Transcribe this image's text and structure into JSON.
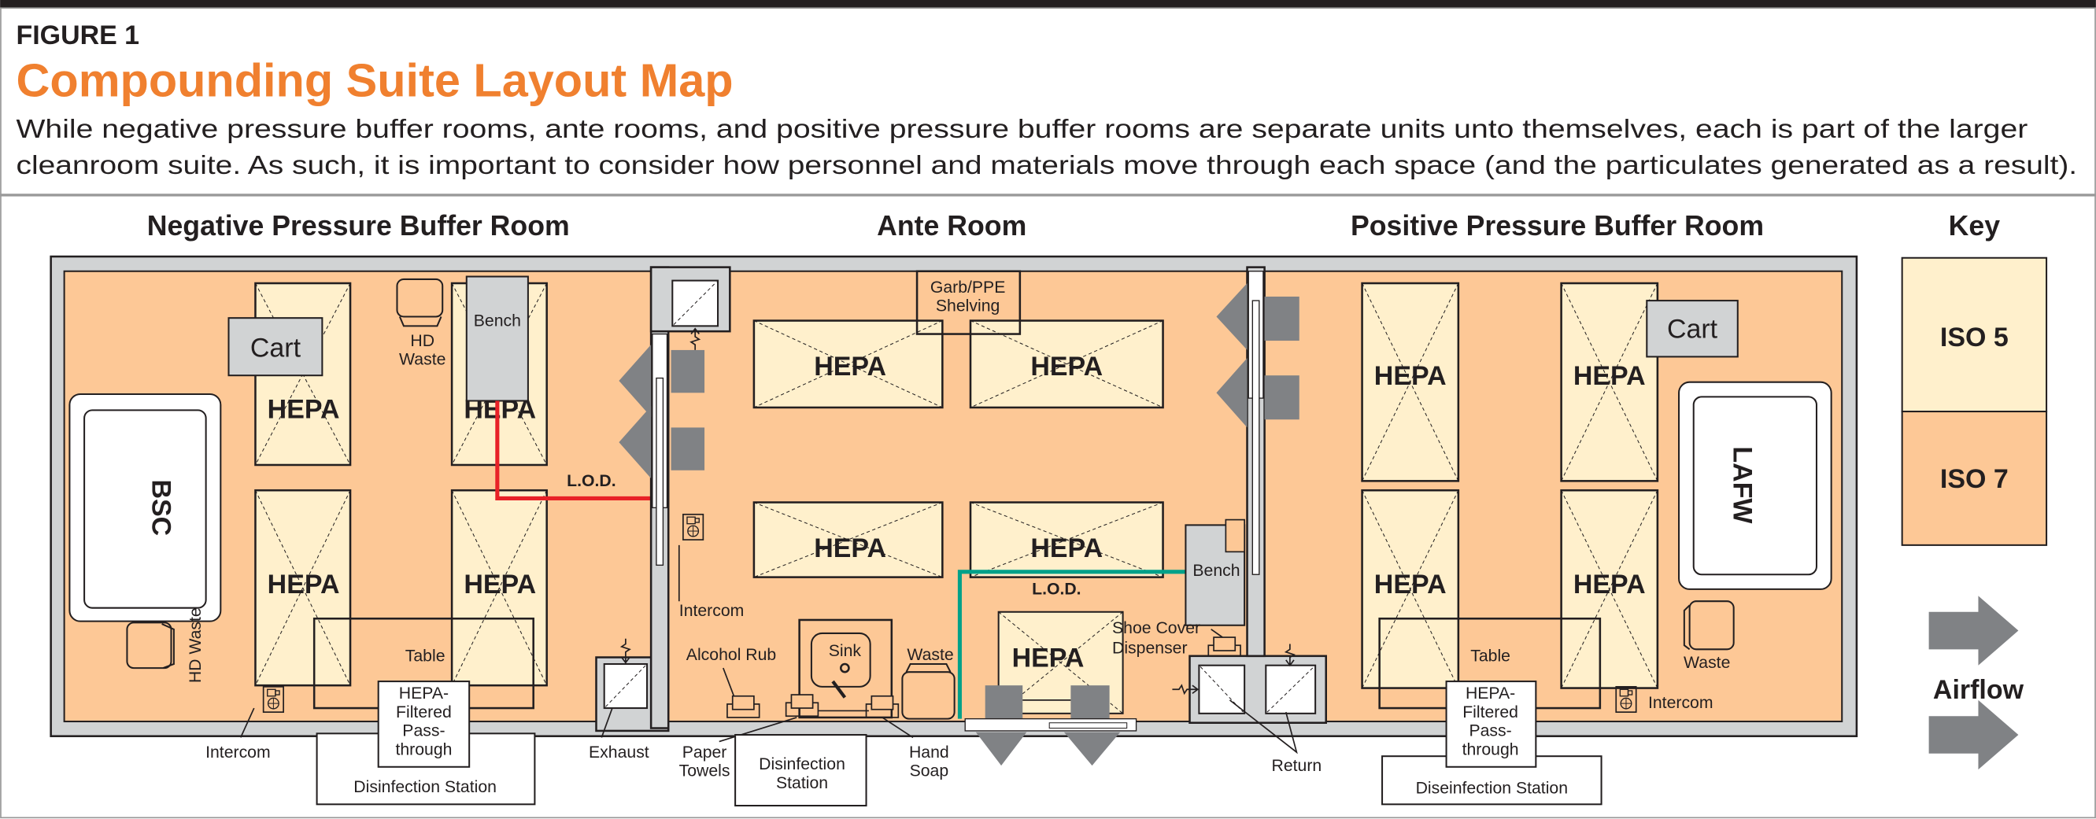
{
  "figure": {
    "label": "FIGURE 1",
    "title": "Compounding Suite Layout Map",
    "description": [
      "While negative pressure buffer rooms, ante rooms, and positive pressure buffer rooms are separate units unto themselves, each is part of the larger",
      "cleanroom suite. As such, it is important to consider how personnel and materials move through each space (and the particulates generated as a result)."
    ]
  },
  "colors": {
    "accent": "#f0802f",
    "iso5": "#fff0cc",
    "iso7": "#fdc896",
    "wall": "#d1d3d4",
    "lod_negative": "#e82127",
    "lod_ante": "#00a189",
    "airflow": "#808285"
  },
  "rooms": {
    "negative": {
      "title": "Negative Pressure Buffer Room",
      "hepa": "HEPA",
      "cart": "Cart",
      "bench": "Bench",
      "hd_waste_top": [
        "HD",
        "Waste"
      ],
      "bsc": "BSC",
      "hd_waste_side": "HD Waste",
      "lod": "L.O.D.",
      "table": "Table",
      "pass_through": [
        "HEPA-",
        "Filtered",
        "Pass-",
        "through"
      ],
      "disinfection": "Disinfection Station",
      "intercom": "Intercom",
      "exhaust": "Exhaust"
    },
    "ante": {
      "title": "Ante Room",
      "hepa": "HEPA",
      "garb": [
        "Garb/PPE",
        "Shelving"
      ],
      "intercom": "Intercom",
      "alcohol_rub": "Alcohol Rub",
      "sink": "Sink",
      "waste": "Waste",
      "paper_towels": [
        "Paper",
        "Towels"
      ],
      "disinfection": [
        "Disinfection",
        "Station"
      ],
      "hand_soap": [
        "Hand",
        "Soap"
      ],
      "lod": "L.O.D.",
      "bench": "Bench",
      "shoe_cover": [
        "Shoe Cover",
        "Dispenser"
      ],
      "return": "Return"
    },
    "positive": {
      "title": "Positive Pressure Buffer Room",
      "hepa": "HEPA",
      "cart": "Cart",
      "lafw": "LAFW",
      "table": "Table",
      "pass_through": [
        "HEPA-",
        "Filtered",
        "Pass-",
        "through"
      ],
      "disinfection": "Diseinfection Station",
      "waste": "Waste",
      "intercom": "Intercom"
    }
  },
  "key": {
    "title": "Key",
    "iso5": "ISO 5",
    "iso7": "ISO 7",
    "airflow": "Airflow"
  }
}
